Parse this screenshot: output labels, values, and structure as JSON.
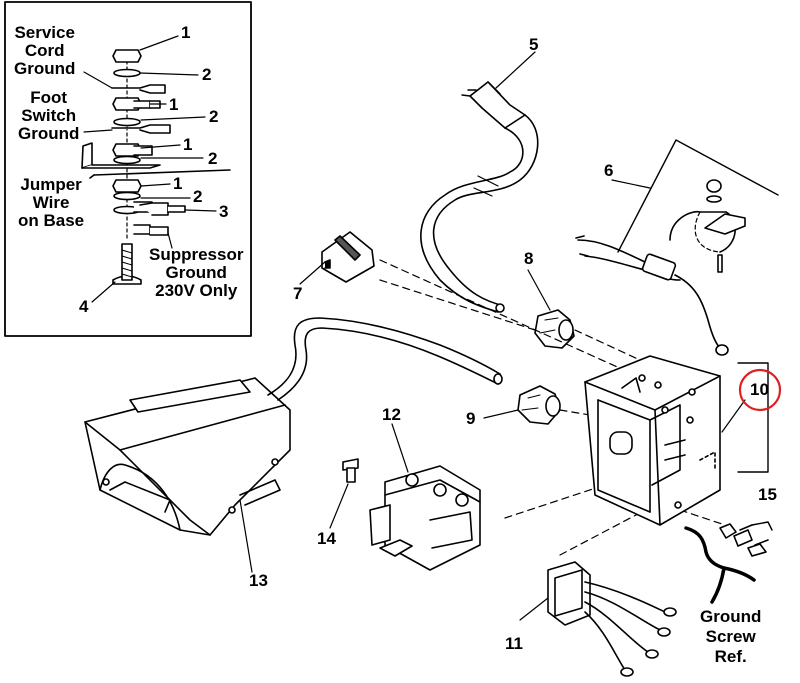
{
  "diagram": {
    "inset_labels": {
      "service_cord_ground": [
        "Service",
        "Cord",
        "Ground"
      ],
      "foot_switch_ground": [
        "Foot",
        "Switch",
        "Ground"
      ],
      "jumper_wire": [
        "Jumper",
        "Wire",
        "on Base"
      ],
      "suppressor_ground": [
        "Suppressor",
        "Ground",
        "230V Only"
      ]
    },
    "inset_numbers": [
      "1",
      "2",
      "1",
      "2",
      "1",
      "2",
      "1",
      "2",
      "3",
      "4"
    ],
    "part_numbers": {
      "p5": "5",
      "p6": "6",
      "p7": "7",
      "p8": "8",
      "p9": "9",
      "p10": "10",
      "p11": "11",
      "p12": "12",
      "p13": "13",
      "p14": "14",
      "p15": "15"
    },
    "ground_screw_ref": [
      "Ground",
      "Screw",
      "Ref."
    ],
    "highlight_color": "#e02020"
  }
}
